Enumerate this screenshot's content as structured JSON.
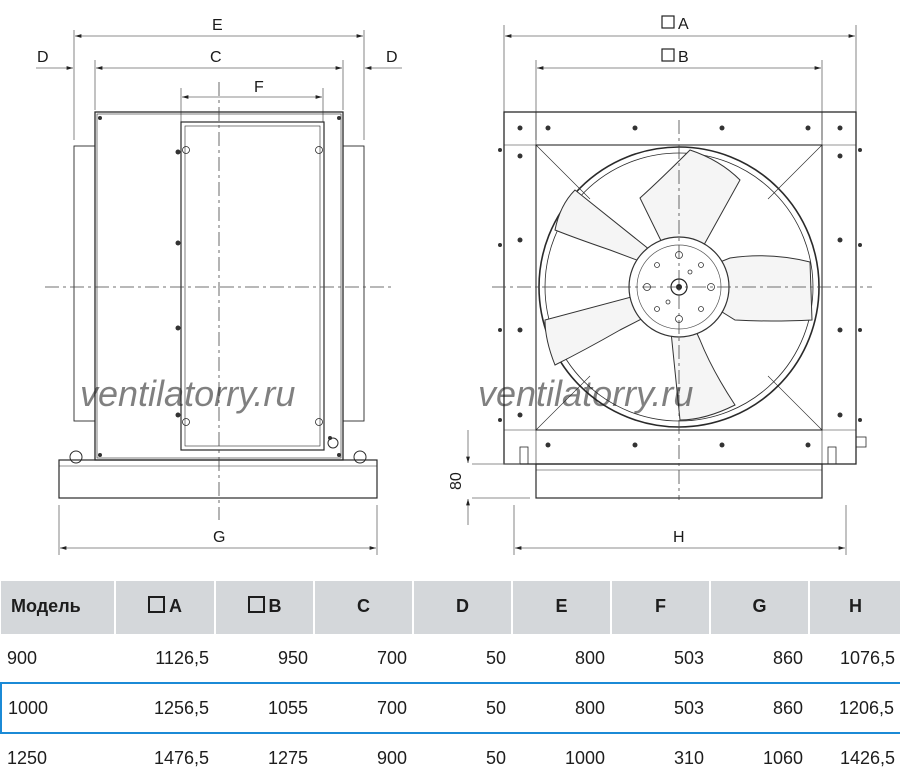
{
  "drawing": {
    "side_view": {
      "dim_E": "E",
      "dim_C": "C",
      "dim_F": "F",
      "dim_D_left": "D",
      "dim_D_right": "D",
      "dim_G": "G"
    },
    "front_view": {
      "dim_A": "A",
      "dim_B": "B",
      "dim_80": "80",
      "dim_H": "H"
    },
    "watermark_left": "ventilatorry.ru",
    "watermark_right": "ventilatorry.ru"
  },
  "table": {
    "headers": [
      "Модель",
      "A",
      "B",
      "C",
      "D",
      "E",
      "F",
      "G",
      "H"
    ],
    "rows": [
      [
        "900",
        "1126,5",
        "950",
        "700",
        "50",
        "800",
        "503",
        "860",
        "1076,5"
      ],
      [
        "1000",
        "1256,5",
        "1055",
        "700",
        "50",
        "800",
        "503",
        "860",
        "1206,5"
      ],
      [
        "1250",
        "1476,5",
        "1275",
        "900",
        "50",
        "1000",
        "310",
        "1060",
        "1426,5"
      ]
    ],
    "selected_row": 1
  },
  "colors": {
    "header_bg": "#d4d7da",
    "highlight": "#1b8ad6",
    "line": "#2a2a2a"
  }
}
